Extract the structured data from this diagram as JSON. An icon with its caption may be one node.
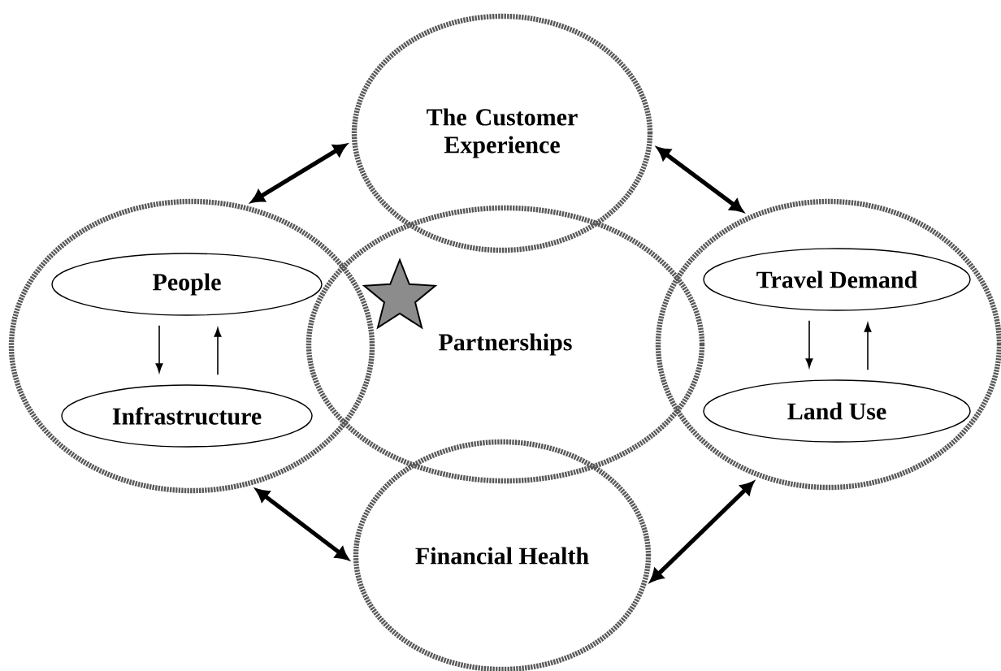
{
  "diagram": {
    "nodes": [
      {
        "text": [
          "The Customer Experience"
        ]
      },
      {
        "text": [],
        "shape": "circle"
      },
      {
        "text": [
          "People"
        ],
        "in": 1
      },
      {
        "text": [
          "Infrastructure"
        ],
        "in": 1
      },
      {
        "text": [
          "Partnerships"
        ]
      },
      {
        "text": [],
        "shape": "circle"
      },
      {
        "text": [
          "Travel Demand"
        ],
        "in": 5
      },
      {
        "text": [
          "Land Use"
        ],
        "in": 5
      },
      {
        "text": [
          "Financial Health"
        ]
      }
    ],
    "edges": [
      {
        "from": 0,
        "to": 1,
        "arrow": "both",
        "style": "thick"
      },
      {
        "from": 0,
        "to": 5,
        "arrow": "both",
        "style": "thick"
      },
      {
        "from": 1,
        "to": 8,
        "arrow": "both",
        "style": "thick"
      },
      {
        "from": 5,
        "to": 8,
        "arrow": "both",
        "style": "thick"
      },
      {
        "from": 2,
        "to": 3,
        "arrow": "to"
      },
      {
        "from": 3,
        "to": 2,
        "arrow": "to"
      },
      {
        "from": 6,
        "to": 7,
        "arrow": "to"
      },
      {
        "from": 7,
        "to": 6,
        "arrow": "to"
      }
    ]
  }
}
